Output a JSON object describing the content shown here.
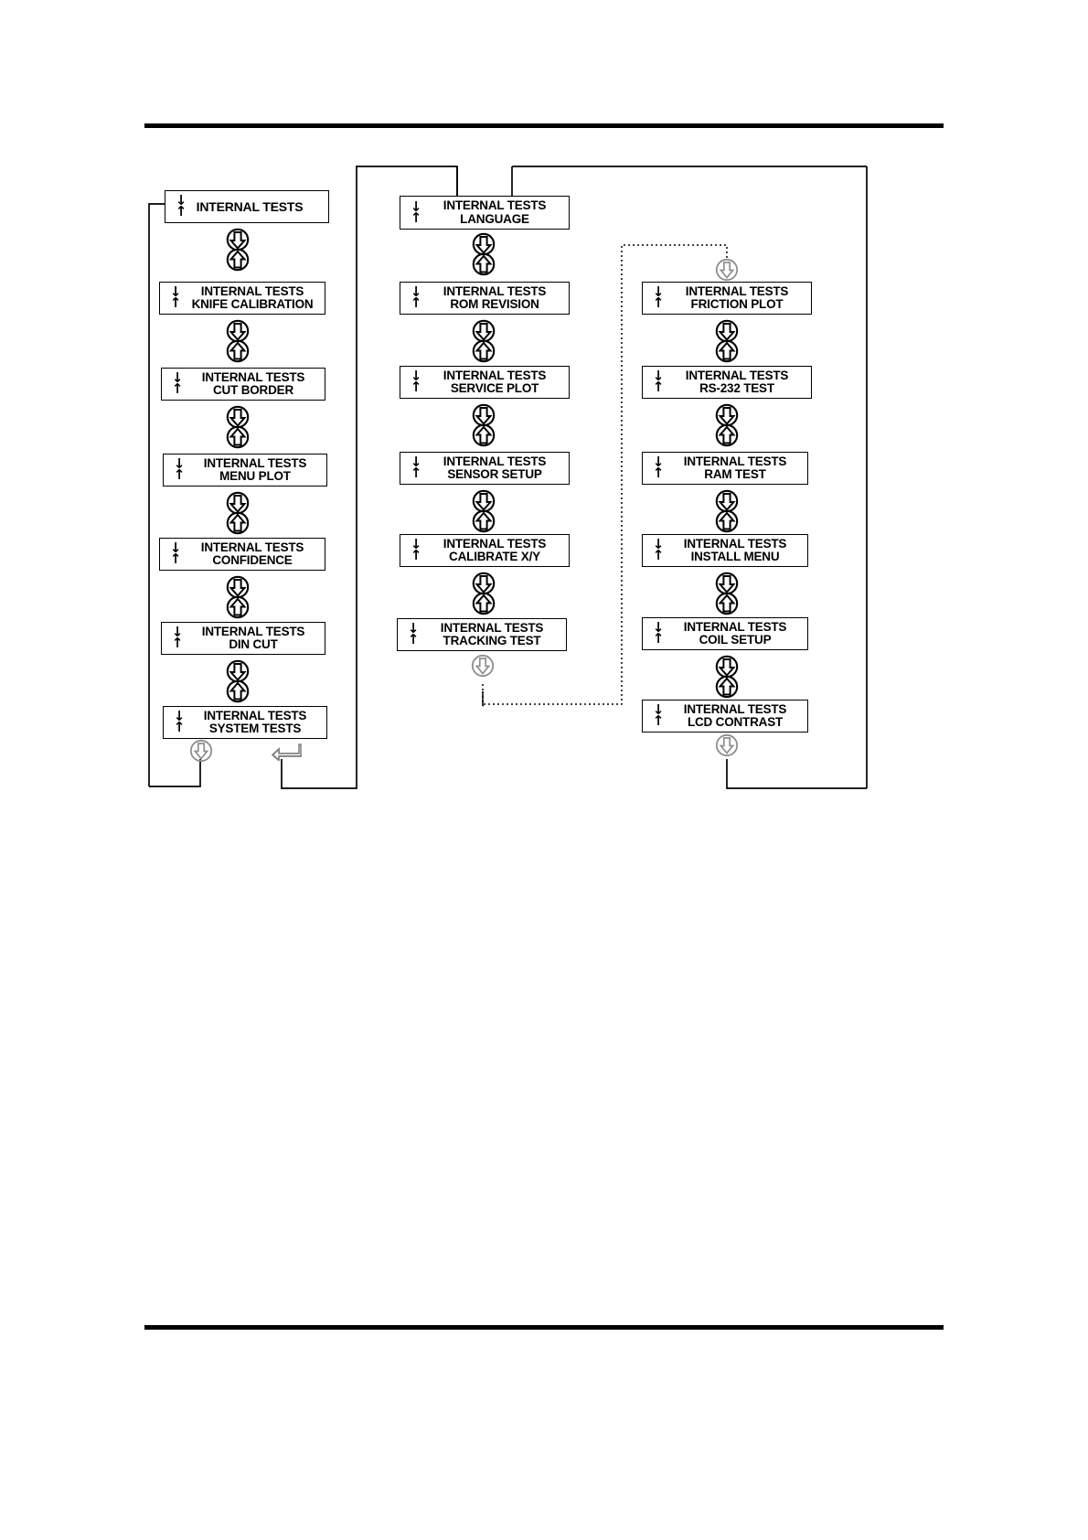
{
  "page": {
    "title": "INTERNAL TESTS menu navigation flowchart",
    "rule_color": "#000000",
    "box_border_color": "#000000",
    "wire_color": "#000000",
    "dotted_wire_color": "#000000",
    "gray_icon_color": "#9a9a9a"
  },
  "icons": {
    "scroll_down": "arrow-down-circle-icon",
    "scroll_up": "arrow-up-circle-icon",
    "enter": "enter-return-icon"
  },
  "columns": [
    {
      "id": "column-1",
      "boxes": [
        {
          "line1": "INTERNAL TESTS",
          "line2": "",
          "up": "↑",
          "down": "↓"
        },
        {
          "line1": "INTERNAL TESTS",
          "line2": "KNIFE CALIBRATION",
          "up": "↑",
          "down": "↓"
        },
        {
          "line1": "INTERNAL TESTS",
          "line2": "CUT BORDER",
          "up": "↑",
          "down": "↓"
        },
        {
          "line1": "INTERNAL TESTS",
          "line2": "MENU PLOT",
          "up": "↑",
          "down": "↓"
        },
        {
          "line1": "INTERNAL TESTS",
          "line2": "CONFIDENCE",
          "up": "↑",
          "down": "↓"
        },
        {
          "line1": "INTERNAL TESTS",
          "line2": "DIN CUT",
          "up": "↑",
          "down": "↓"
        },
        {
          "line1": "INTERNAL TESTS",
          "line2": "SYSTEM TESTS",
          "up": "↑",
          "down": "↓"
        }
      ]
    },
    {
      "id": "column-2",
      "boxes": [
        {
          "line1": "INTERNAL TESTS",
          "line2": "LANGUAGE",
          "up": "↑",
          "down": "↓"
        },
        {
          "line1": "INTERNAL TESTS",
          "line2": "ROM REVISION",
          "up": "↑",
          "down": "↓"
        },
        {
          "line1": "INTERNAL TESTS",
          "line2": "SERVICE PLOT",
          "up": "↑",
          "down": "↓"
        },
        {
          "line1": "INTERNAL TESTS",
          "line2": "SENSOR SETUP",
          "up": "↑",
          "down": "↓"
        },
        {
          "line1": "INTERNAL TESTS",
          "line2": "CALIBRATE X/Y",
          "up": "↑",
          "down": "↓"
        },
        {
          "line1": "INTERNAL TESTS",
          "line2": "TRACKING TEST",
          "up": "↑",
          "down": "↓"
        }
      ]
    },
    {
      "id": "column-3",
      "boxes": [
        {
          "line1": "INTERNAL TESTS",
          "line2": "FRICTION PLOT",
          "up": "↑",
          "down": "↓"
        },
        {
          "line1": "INTERNAL TESTS",
          "line2": "RS-232 TEST",
          "up": "↑",
          "down": "↓"
        },
        {
          "line1": "INTERNAL TESTS",
          "line2": "RAM TEST",
          "up": "↑",
          "down": "↓"
        },
        {
          "line1": "INTERNAL TESTS",
          "line2": "INSTALL MENU",
          "up": "↑",
          "down": "↓"
        },
        {
          "line1": "INTERNAL TESTS",
          "line2": "COIL SETUP",
          "up": "↑",
          "down": "↓"
        },
        {
          "line1": "INTERNAL TESTS",
          "line2": "LCD CONTRAST",
          "up": "↑",
          "down": "↓"
        }
      ]
    }
  ]
}
